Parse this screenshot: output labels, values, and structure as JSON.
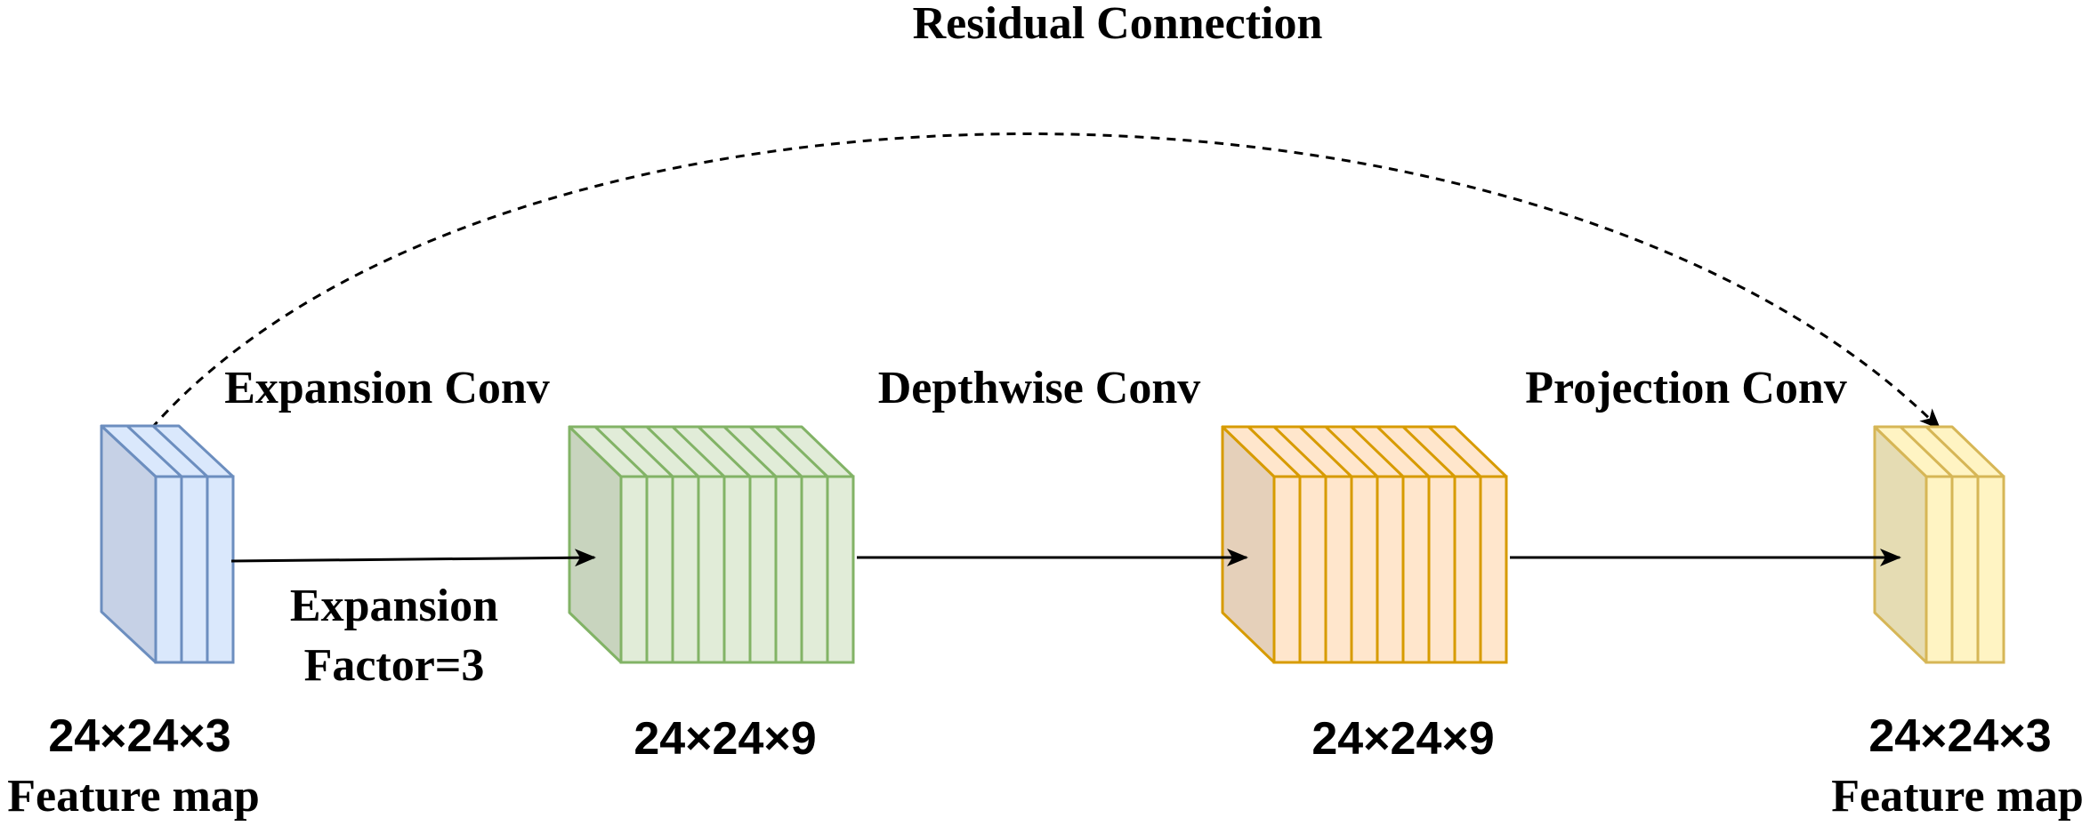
{
  "title": "Residual Connection",
  "stages": {
    "input": {
      "dims": "24×24×3",
      "caption": "Feature map",
      "channels": 3,
      "colors": {
        "face": "#dae8fc",
        "side": "#c6d1e6",
        "stroke": "#6c8ebf"
      }
    },
    "expanded": {
      "dims": "24×24×9",
      "channels": 9,
      "colors": {
        "face": "#e1ecd8",
        "side": "#c8d4be",
        "stroke": "#82b366"
      }
    },
    "depthwise": {
      "dims": "24×24×9",
      "channels": 9,
      "colors": {
        "face": "#ffe6cc",
        "side": "#e5d0ba",
        "stroke": "#d79b00"
      }
    },
    "output": {
      "dims": "24×24×3",
      "caption": "Feature map",
      "channels": 3,
      "colors": {
        "face": "#fff4c3",
        "side": "#e5dcb3",
        "stroke": "#d6b656"
      }
    }
  },
  "operations": {
    "expansion": {
      "label": "Expansion Conv",
      "note_line1": "Expansion",
      "note_line2": "Factor=3"
    },
    "depthwise": {
      "label": "Depthwise Conv"
    },
    "projection": {
      "label": "Projection Conv"
    }
  }
}
